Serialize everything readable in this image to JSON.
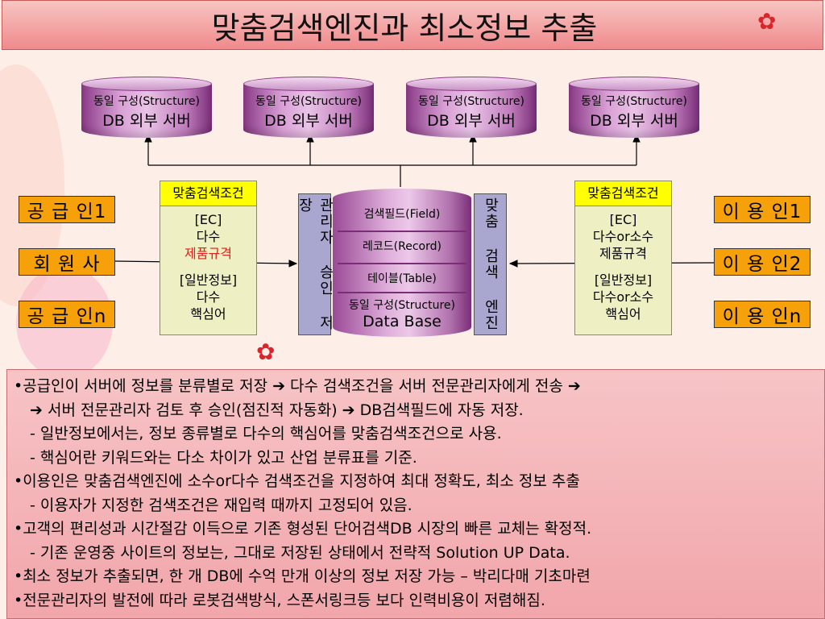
{
  "title": "맞춤검색엔진과 최소정보 추출",
  "servers": [
    {
      "line1": "동일 구성(Structure)",
      "line2": "DB 외부 서버"
    },
    {
      "line1": "동일 구성(Structure)",
      "line2": "DB 외부 서버"
    },
    {
      "line1": "동일 구성(Structure)",
      "line2": "DB 외부 서버"
    },
    {
      "line1": "동일 구성(Structure)",
      "line2": "DB 외부 서버"
    }
  ],
  "left_actors": [
    "공 급 인1",
    "회 원 사",
    "공 급 인n"
  ],
  "right_actors": [
    "이 용 인1",
    "이 용 인2",
    "이 용 인n"
  ],
  "left_conditions": {
    "header": "맞춤검색조건",
    "lines": [
      "[EC]",
      "다수",
      "제품규격",
      "[일반정보]",
      "다수",
      "핵심어"
    ]
  },
  "right_conditions": {
    "header": "맞춤검색조건",
    "lines": [
      "[EC]",
      "다수or소수",
      "제품규격",
      "[일반정보]",
      "다수or소수",
      "핵심어"
    ]
  },
  "admin_bar": "관리자 승인 저장",
  "engine_bar": "맞춤 검색 엔진",
  "database": {
    "layers": [
      "검색필드(Field)",
      "레코드(Record)",
      "테이블(Table)"
    ],
    "base_line1": "동일 구성(Structure)",
    "base_line2": "Data Base"
  },
  "bullets": [
    "•공급인이 서버에 정보를 분류별로 저장 ➔ 다수 검색조건을 서버 전문관리자에게 전송 ➔",
    "➔ 서버 전문관리자 검토 후 승인(점진적 자동화) ➔ DB검색필드에 자동 저장.",
    "- 일반정보에서는, 정보 종류별로 다수의 핵심어를 맞춤검색조건으로 사용.",
    "- 핵심어란 키워드와는 다소 차이가 있고 산업 분류표를 기준.",
    "•이용인은 맞춤검색엔진에 소수or다수 검색조건을 지정하여 최대 정확도, 최소 정보 추출",
    "- 이용자가 지정한 검색조건은 재입력 때까지 고정되어 있음.",
    "•고객의 편리성과 시간절감 이득으로 기존 형성된 단어검색DB 시장의 빠른 교체는 확정적.",
    "- 기존 운영중 사이트의 정보는, 그대로 저장된 상태에서 전략적 Solution UP Data.",
    "•최소 정보가 추출되면, 한 개 DB에 수억 만개 이상의 정보 저장 가능 – 박리다매 기초마련",
    "•전문관리자의 발전에 따라 로봇검색방식, 스폰서링크등 보다 인력비용이 저렴해짐."
  ],
  "colors": {
    "red_text": "#e0201c",
    "actor_fill": "#f7a10a",
    "header_yellow": "#ffff00"
  }
}
